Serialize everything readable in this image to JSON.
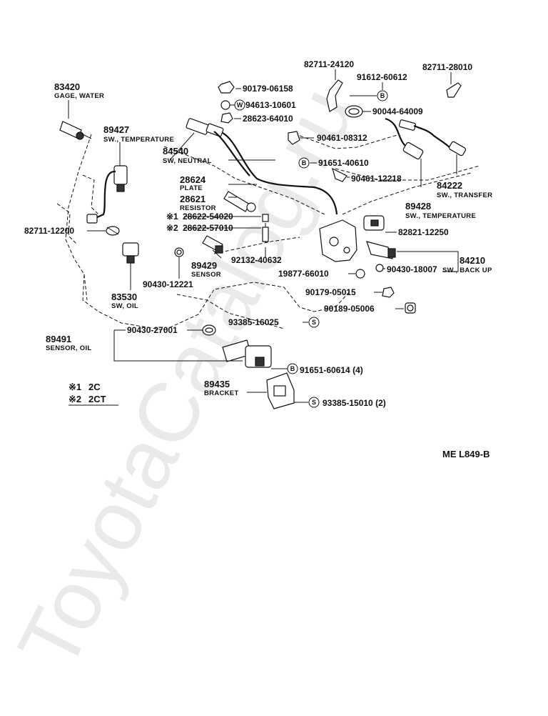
{
  "watermark": "ToyotaCatalog.ru",
  "diagram_code": "ME L849-B",
  "legend": [
    {
      "mark": "※1",
      "text": "2C"
    },
    {
      "mark": "※2",
      "text": "2CT"
    }
  ],
  "parts": {
    "p83420": {
      "number": "83420",
      "name": "GAGE, WATER"
    },
    "p89427": {
      "number": "89427",
      "name": "SW., TEMPERATURE"
    },
    "p84540": {
      "number": "84540",
      "name": "SW, NEUTRAL"
    },
    "p28624": {
      "number": "28624",
      "name": "PLATE"
    },
    "p28621": {
      "number": "28621",
      "name": "RESISTOR"
    },
    "p28622a": {
      "number": "28622-54020",
      "mark": "※1"
    },
    "p28622b": {
      "number": "28622-57010",
      "mark": "※2"
    },
    "p82711_12200": {
      "number": "82711-12200"
    },
    "p89429": {
      "number": "89429",
      "name": "SENSOR"
    },
    "p92132": {
      "number": "92132-40632"
    },
    "p90430_12221": {
      "number": "90430-12221"
    },
    "p83530": {
      "number": "83530",
      "name": "SW, OIL"
    },
    "p82711_24120": {
      "number": "82711-24120"
    },
    "p91612": {
      "number": "91612-60612",
      "badge": "B"
    },
    "p82711_28010": {
      "number": "82711-28010"
    },
    "p90179_06158": {
      "number": "90179-06158"
    },
    "p94613": {
      "number": "94613-10601",
      "badge": "W"
    },
    "p90044": {
      "number": "90044-64009"
    },
    "p28623": {
      "number": "28623-64010"
    },
    "p90461_08312": {
      "number": "90461-08312"
    },
    "p91651_40610": {
      "number": "91651-40610",
      "badge": "B"
    },
    "p90461_12218": {
      "number": "90461-12218"
    },
    "p84222": {
      "number": "84222",
      "name": "SW., TRANSFER"
    },
    "p89428": {
      "number": "89428",
      "name": "SW., TEMPERATURE"
    },
    "p82821": {
      "number": "82821-12250"
    },
    "p84210": {
      "number": "84210",
      "name": "SW., BACK UP"
    },
    "p90430_18007": {
      "number": "90430-18007"
    },
    "p19877": {
      "number": "19877-66010"
    },
    "p90179_05015": {
      "number": "90179-05015"
    },
    "p90189": {
      "number": "90189-05006"
    },
    "p93385_16025": {
      "number": "93385-16025",
      "badge": "S"
    },
    "p89491": {
      "number": "89491",
      "name": "SENSOR, OIL"
    },
    "p90430_27001": {
      "number": "90430-27001"
    },
    "p91651_60614": {
      "number": "91651-60614 (4)",
      "badge": "B"
    },
    "p89435": {
      "number": "89435",
      "name": "BRACKET"
    },
    "p93385_15010": {
      "number": "93385-15010 (2)",
      "badge": "S"
    }
  }
}
